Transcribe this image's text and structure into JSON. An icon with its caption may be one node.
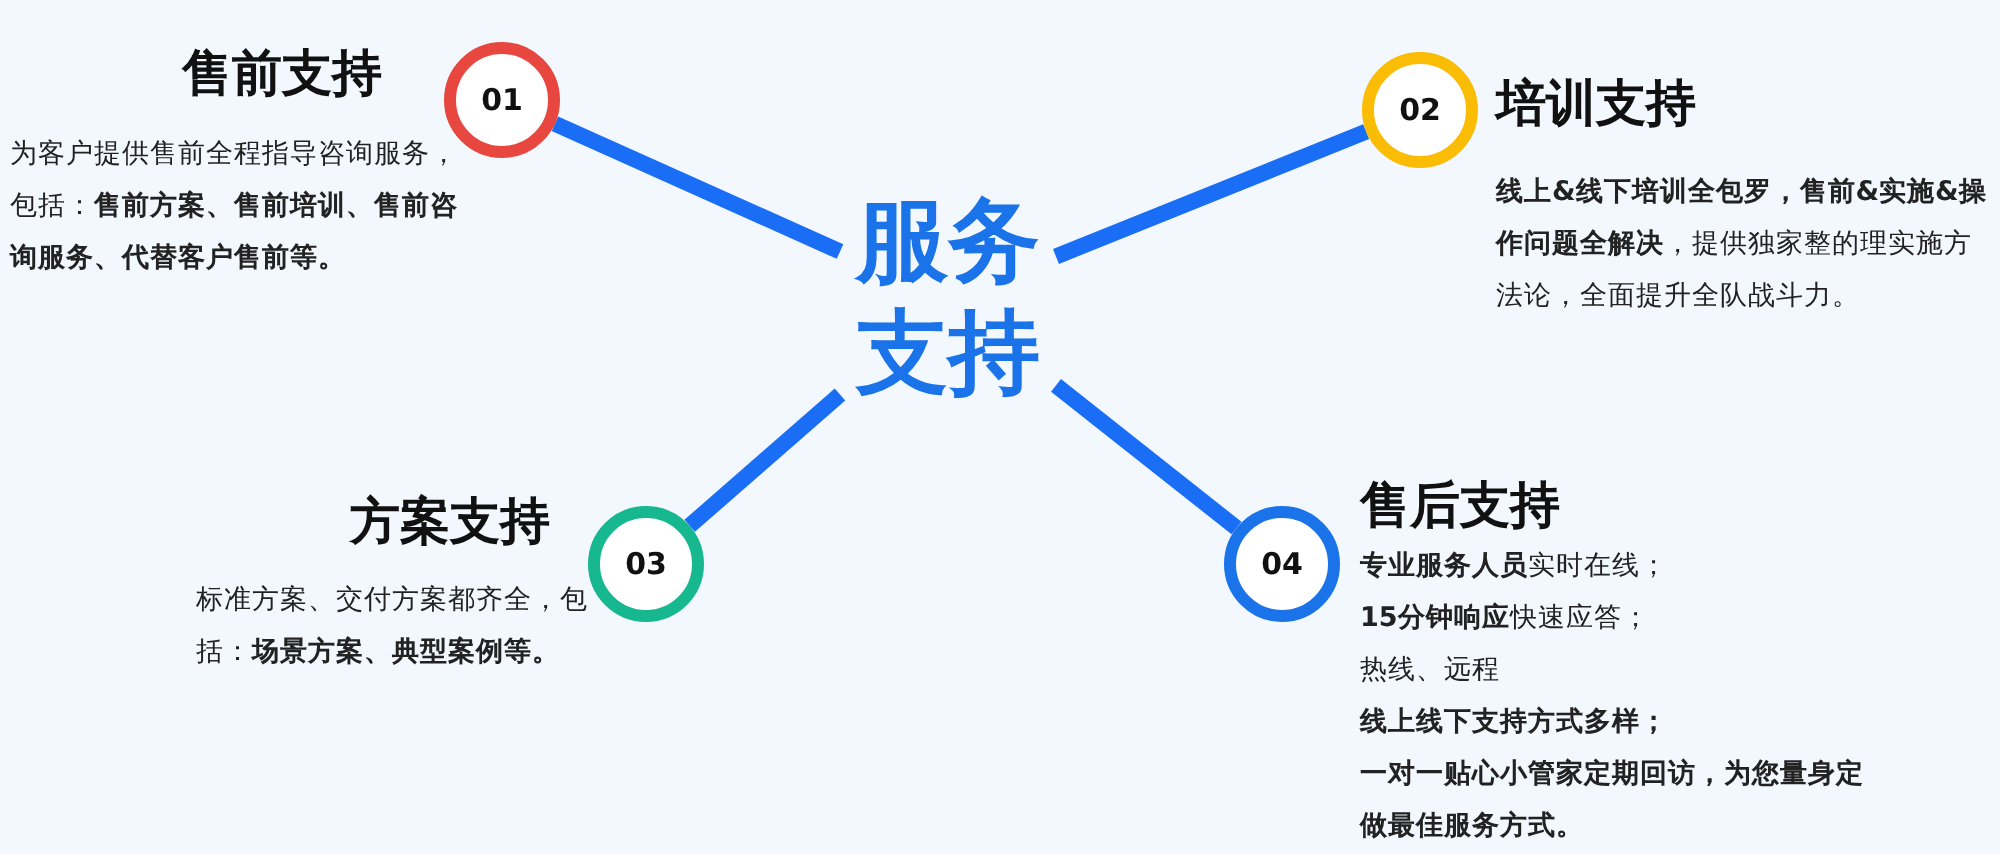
{
  "diagram": {
    "nodes": [
      {
        "text": [
          "服务支持"
        ]
      },
      {
        "text": [
          "01"
        ],
        "beside": [
          "售前支持",
          "为客户提供售前全程指导咨询服务，包括：**售前方案、售前培训、售前咨询服务、代替客户售前等。**"
        ]
      },
      {
        "text": [
          "02"
        ],
        "beside": [
          "培训支持",
          "**线上&线下培训全包罗，售前&实施&操作问题全解决**，提供独家整的理实施方法论，全面提升全队战斗力。"
        ]
      },
      {
        "text": [
          "03"
        ],
        "beside": [
          "方案支持",
          "标准方案、交付方案都齐全，包括：**场景方案、典型案例等。**"
        ]
      },
      {
        "text": [
          "04"
        ],
        "beside": [
          "售后支持",
          "**专业服务人员**实时在线；",
          "**15分钟响应**快速应答；",
          "热线、远程",
          "**线上线下支持方式多样；**",
          "**一对一贴心小管家定期回访，为您量身定做最佳服务方式。**"
        ]
      }
    ],
    "edges": [
      {
        "from": 0,
        "to": 1,
        "arrow": "none"
      },
      {
        "from": 0,
        "to": 2,
        "arrow": "none"
      },
      {
        "from": 0,
        "to": 3,
        "arrow": "none"
      },
      {
        "from": 0,
        "to": 4,
        "arrow": "none"
      }
    ]
  }
}
